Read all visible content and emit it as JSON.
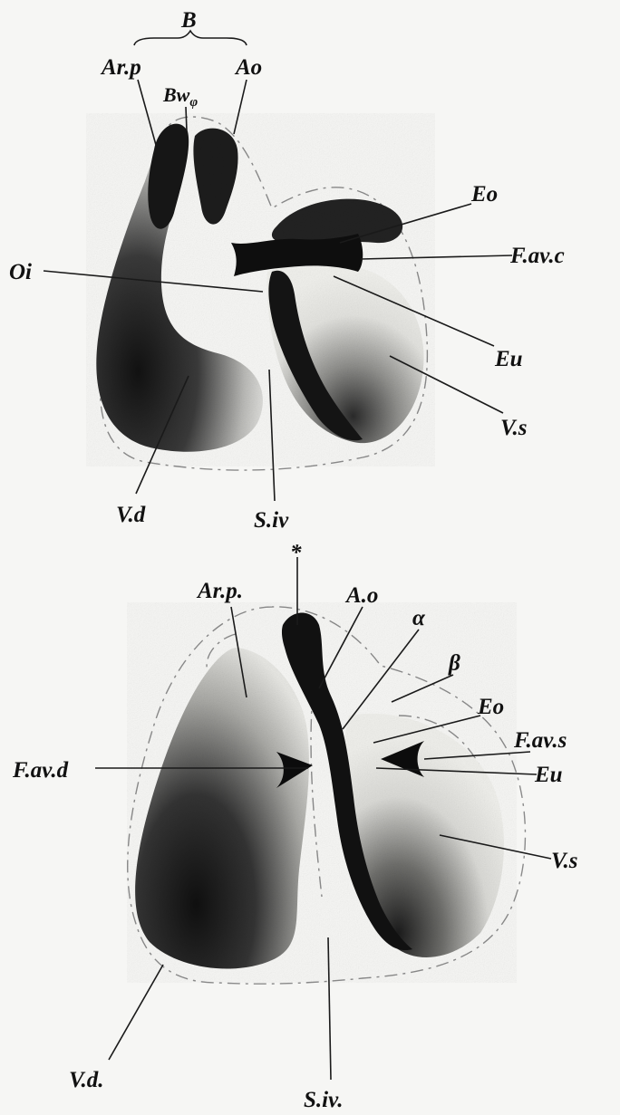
{
  "top_figure": {
    "labels": {
      "B": "B",
      "Ar_p": "Ar.p",
      "Ao": "Ao",
      "Bw": "Bw",
      "Bw_sub": "φ",
      "Eo": "Eo",
      "F_av_c": "F.av.c",
      "Oi": "Oi",
      "Eu": "Eu",
      "V_s": "V.s",
      "V_d": "V.d",
      "S_iv": "S.iv"
    }
  },
  "bottom_figure": {
    "labels": {
      "star": "*",
      "Ar_p": "Ar.p.",
      "A_o": "A.o",
      "alpha": "α",
      "beta": "β",
      "Eo": "Eo",
      "F_av_s": "F.av.s",
      "F_av_d": "F.av.d",
      "Eu": "Eu",
      "V_s": "V.s",
      "V_d": "V.d.",
      "S_iv": "S.iv."
    }
  }
}
